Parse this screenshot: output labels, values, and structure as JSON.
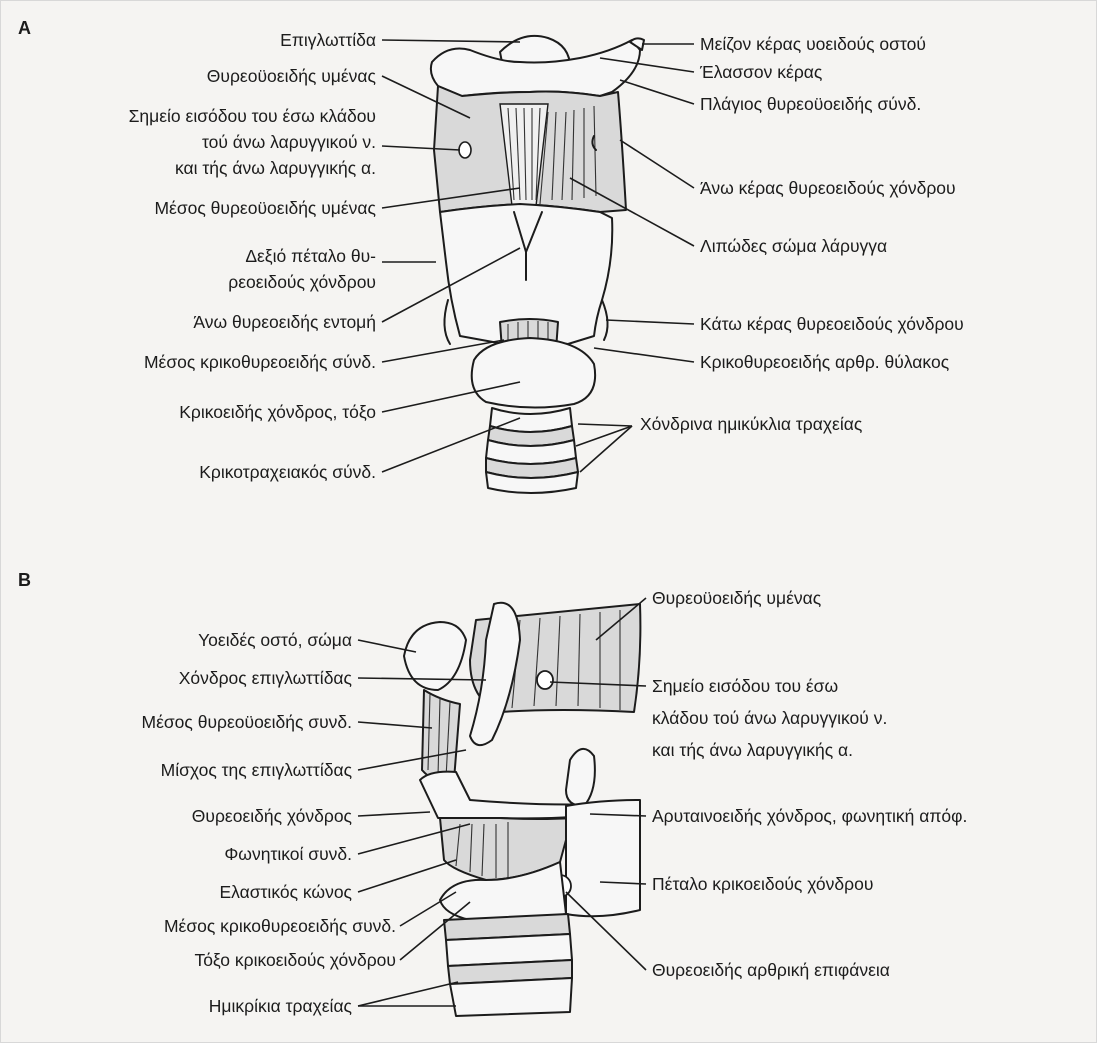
{
  "panels": {
    "a": "A",
    "b": "B"
  },
  "labels_a_left": [
    "Επιγλωττίδα",
    "Θυρεοϋοειδής υμένας",
    "Σημείο εισόδου του έσω κλάδου",
    "τού άνω λαρυγγικού ν.",
    "και τής άνω λαρυγγικής α.",
    "Μέσος θυρεοϋοειδής υμένας",
    "Δεξιό πέταλο θυ-",
    "ρεοειδούς χόνδρου",
    "Άνω θυρεοειδής εντομή",
    "Μέσος κρικοθυρεοειδής σύνδ.",
    "Κρικοειδής χόνδρος, τόξο",
    "Κρικοτραχειακός σύνδ."
  ],
  "labels_a_right": [
    "Μείζον κέρας υοειδούς οστού",
    "Έλασσον κέρας",
    "Πλάγιος θυρεοϋοειδής σύνδ.",
    "Άνω κέρας θυρεοειδούς χόνδρου",
    "Λιπώδες σώμα λάρυγγα",
    "Κάτω κέρας θυρεοειδούς χόνδρου",
    "Κρικοθυρεοειδής αρθρ. θύλακος",
    "Χόνδρινα ημικύκλια τραχείας"
  ],
  "labels_b_left": [
    "Υοειδές οστό, σώμα",
    "Χόνδρος επιγλωττίδας",
    "Μέσος θυρεοϋοειδής συνδ.",
    "Μίσχος της επιγλωττίδας",
    "Θυρεοειδής χόνδρος",
    "Φωνητικοί συνδ.",
    "Ελαστικός κώνος",
    "Μέσος κρικοθυρεοειδής συνδ.",
    "Τόξο κρικοειδούς χόνδρου",
    "Ημικρίκια τραχείας"
  ],
  "labels_b_right": [
    "Θυρεοϋοειδής υμένας",
    "Σημείο εισόδου του έσω",
    "κλάδου τού άνω λαρυγγικού ν.",
    "και τής άνω λαρυγγικής α.",
    "Αρυταινοειδής χόνδρος, φωνητική απόφ.",
    "Πέταλο κρικοειδούς χόνδρου",
    "Θυρεοειδής αρθρική επιφάνεια"
  ]
}
